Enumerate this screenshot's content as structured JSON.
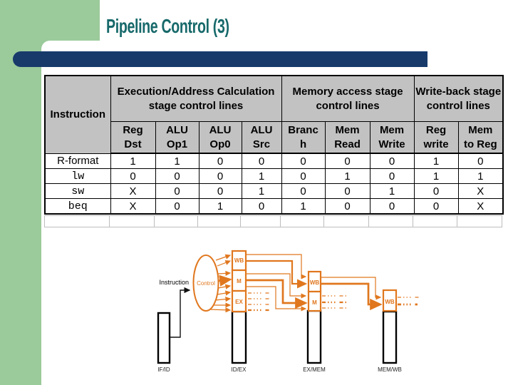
{
  "slide": {
    "title": "Pipeline Control (3)"
  },
  "colors": {
    "sidebar_green": "#9BCA9B",
    "divider_navy": "#173A6B",
    "title_teal": "#17696A",
    "table_header_gray": "#C2C2C2",
    "diagram_orange": "#E0771E"
  },
  "table": {
    "instruction_header": "Instruction",
    "group_headers": [
      "Execution/Address Calculation stage control lines",
      "Memory access stage control lines",
      "Write-back stage control lines"
    ],
    "column_headers": [
      "Reg\nDst",
      "ALU\nOp1",
      "ALU\nOp0",
      "ALU\nSrc",
      "Branc\nh",
      "Mem\nRead",
      "Mem\nWrite",
      "Reg\nwrite",
      "Mem\nto Reg"
    ],
    "rows": [
      {
        "instruction": "R-format",
        "values": [
          "1",
          "1",
          "0",
          "0",
          "0",
          "0",
          "0",
          "1",
          "0"
        ]
      },
      {
        "instruction": "lw",
        "values": [
          "0",
          "0",
          "0",
          "1",
          "0",
          "1",
          "0",
          "1",
          "1"
        ]
      },
      {
        "instruction": "sw",
        "values": [
          "X",
          "0",
          "0",
          "1",
          "0",
          "0",
          "1",
          "0",
          "X"
        ]
      },
      {
        "instruction": "beq",
        "values": [
          "X",
          "0",
          "1",
          "0",
          "1",
          "0",
          "0",
          "0",
          "X"
        ]
      }
    ]
  },
  "diagram": {
    "instruction_label": "Instruction",
    "control_label": "Control",
    "stage_boxes": {
      "id_ex": [
        "WB",
        "M",
        "EX"
      ],
      "ex_mem": [
        "WB",
        "M"
      ],
      "mem_wb": [
        "WB"
      ]
    },
    "register_labels": [
      "IF/ID",
      "ID/EX",
      "EX/MEM",
      "MEM/WB"
    ]
  }
}
